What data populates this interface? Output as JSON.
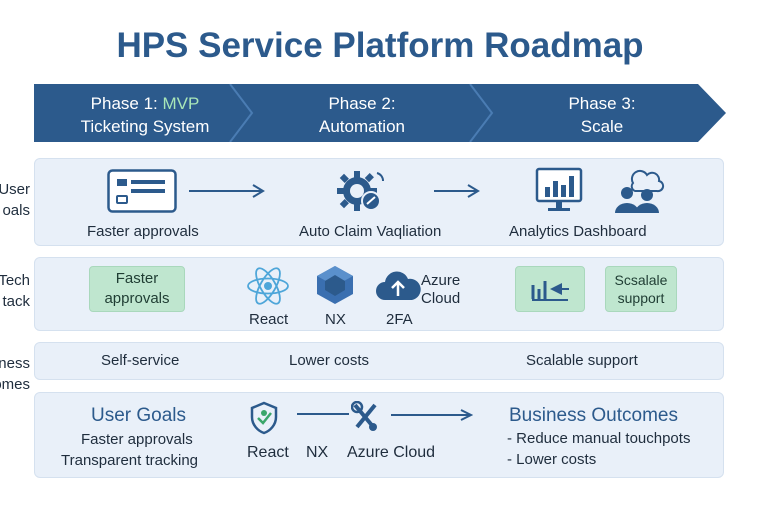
{
  "title": "HPS Service Platform Roadmap",
  "phases": [
    {
      "line1_prefix": "Phase 1: ",
      "line1_highlight": "MVP",
      "line2": "Ticketing System"
    },
    {
      "line1_prefix": "Phase 2:",
      "line1_highlight": "",
      "line2": "Automation"
    },
    {
      "line1_prefix": "Phase 3:",
      "line1_highlight": "",
      "line2": "Scale"
    }
  ],
  "side_labels": {
    "user_goals": [
      "User",
      "oals"
    ],
    "tech_stack": [
      "Tech",
      "tack"
    ],
    "business_outcomes": [
      "iness",
      "comes"
    ]
  },
  "user_goals_row": {
    "phase1": "Faster approvals",
    "phase2": "Auto Claim Vaqliation",
    "phase3": "Analytics Dashboard"
  },
  "tech_row": {
    "phase1_box": [
      "Faster",
      "approvals"
    ],
    "react": "React",
    "nx": "NX",
    "azure": [
      "Azure",
      "Cloud"
    ],
    "twofa": "2FA",
    "phase3_box": [
      "Scsalale",
      "support"
    ]
  },
  "business_row": {
    "phase1": "Self-service",
    "phase2": "Lower costs",
    "phase3": "Scalable support"
  },
  "summary_row": {
    "left_title": "User Goals",
    "left_items": [
      "Faster approvals",
      "Transparent tracking"
    ],
    "tech_labels": [
      "React",
      "NX",
      "Azure Cloud"
    ],
    "right_title": "Business Outcomes",
    "right_items": [
      "- Reduce manual touchpots",
      "- Lower costs"
    ]
  },
  "colors": {
    "ribbon": "#2c5a8c",
    "ribbon_divider": "#3f72a8",
    "panel": "#e9f0f9",
    "green_box": "#bfe6cf",
    "icon": "#2c5a8c",
    "title": "#2c5a8c"
  },
  "icons": [
    "application-card-icon",
    "automation-gear-icon",
    "analytics-monitor-icon",
    "users-cloud-icon",
    "react-icon",
    "nx-icon",
    "azure-cloud-icon",
    "chart-icon",
    "shield-check-icon",
    "tools-icon"
  ]
}
